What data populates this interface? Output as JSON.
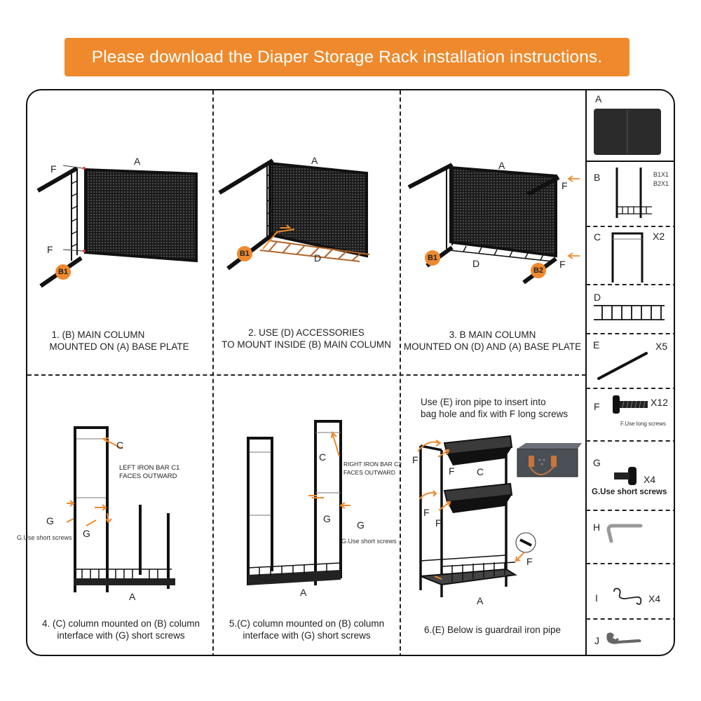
{
  "banner": {
    "text": "Please download the Diaper Storage Rack installation instructions."
  },
  "steps": {
    "s1": {
      "line1": "1. (B) MAIN COLUMN",
      "line2": "MOUNTED ON (A) BASE PLATE",
      "lbl_a": "A",
      "lbl_f1": "F",
      "lbl_f2": "F",
      "badge": "B1"
    },
    "s2": {
      "line1": "2. USE (D) ACCESSORIES",
      "line2": "TO MOUNT INSIDE (B) MAIN COLUMN",
      "lbl_a": "A",
      "lbl_d": "D",
      "badge": "B1"
    },
    "s3": {
      "line1": "3. B MAIN COLUMN",
      "line2": "MOUNTED ON (D) AND (A) BASE PLATE",
      "lbl_a": "A",
      "lbl_d": "D",
      "lbl_f1": "F",
      "lbl_f2": "F",
      "badge1": "B1",
      "badge2": "B2"
    },
    "s4": {
      "line1": "4. (C) column mounted on (B) column",
      "line2": "interface with (G) short screws",
      "lbl_c": "C",
      "note1": "LEFT IRON BAR C1",
      "note2": "FACES OUTWARD",
      "lbl_g1": "G",
      "lbl_g2": "G",
      "short": "G.Use short screws",
      "lbl_a": "A"
    },
    "s5": {
      "line1": "5.(C) column mounted on (B) column",
      "line2": "interface with (G) short screws",
      "lbl_c": "C",
      "note1": "RIGHT IRON BAR C2",
      "note2": "FACES OUTWARD",
      "lbl_g1": "G",
      "lbl_g2": "G",
      "short": "G.Use short screws",
      "lbl_a": "A"
    },
    "s6": {
      "top1": "Use (E) iron pipe to insert into",
      "top2": "bag hole and fix with F long screws",
      "line1": "6.(E) Below is guardrail iron pipe",
      "lbl_f1": "F",
      "lbl_f2": "F",
      "lbl_f3": "F",
      "lbl_f4": "F",
      "lbl_f5": "F",
      "lbl_c": "C",
      "lbl_a": "A"
    }
  },
  "parts": {
    "a": {
      "letter": "A"
    },
    "b": {
      "letter": "B",
      "qty1": "B1X1",
      "qty2": "B2X1"
    },
    "c": {
      "letter": "C",
      "qty": "X2"
    },
    "d": {
      "letter": "D"
    },
    "e": {
      "letter": "E",
      "qty": "X5"
    },
    "f": {
      "letter": "F",
      "qty": "X12",
      "note": "F.Use long screws"
    },
    "g": {
      "letter": "G",
      "qty": "X4",
      "note": "G.Use short screws"
    },
    "h": {
      "letter": "H"
    },
    "i": {
      "letter": "I",
      "qty": "X4"
    },
    "j": {
      "letter": "J"
    }
  },
  "colors": {
    "accent": "#ee8a2d",
    "frame": "#111111",
    "metal": "#1a1a1a",
    "mesh": "#3a3a3a"
  }
}
